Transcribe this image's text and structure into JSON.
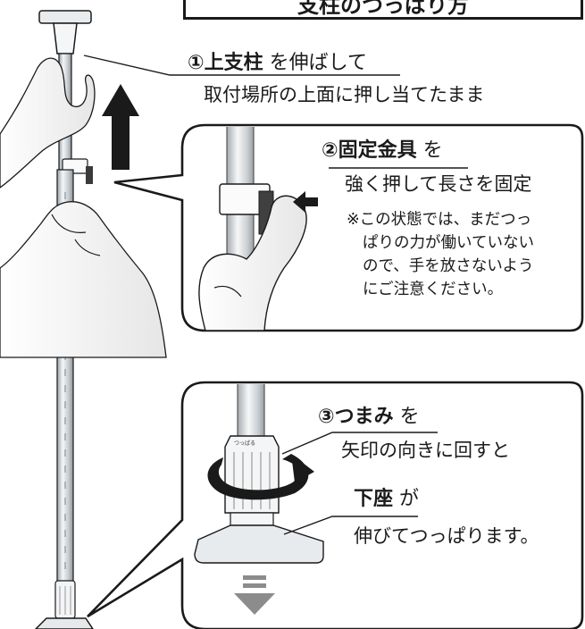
{
  "title": "支柱のつっぱり方",
  "step1": {
    "name": "①上支柱",
    "suffix": " を伸ばして",
    "line2": "取付場所の上面に押し当てたまま"
  },
  "step2": {
    "name": "②固定金具",
    "suffix": " を",
    "line2": "強く押して長さを固定",
    "note": [
      "※この状態では、まだつっ",
      "ぱりの力が働いていない",
      "ので、手を放さないよう",
      "にご注意ください。"
    ]
  },
  "step3": {
    "name": "③つまみ",
    "suffix": " を",
    "line2": "矢印の向きに回すと",
    "base_name": "下座",
    "base_suffix": " が",
    "line4": "伸びてつっぱります。"
  },
  "knob_label": "つっぱる",
  "colors": {
    "ink": "#1a1a1a",
    "pole": "#d9dee2",
    "skin": "#f2f2f2",
    "arrow_gray": "#8c8c8c"
  }
}
